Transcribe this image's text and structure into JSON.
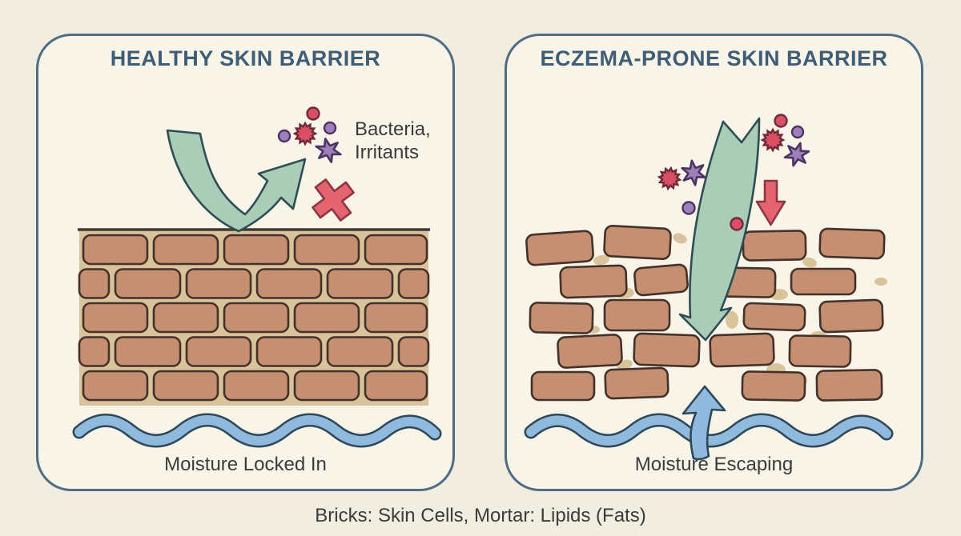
{
  "page": {
    "caption": "Bricks: Skin Cells, Mortar: Lipids (Fats)"
  },
  "left_panel": {
    "title": "HEALTHY SKIN BARRIER",
    "bacteria_line1": "Bacteria,",
    "bacteria_line2": "Irritants",
    "moisture_label": "Moisture Locked In"
  },
  "right_panel": {
    "title": "ECZEMA-PRONE SKIN BARRIER",
    "moisture_label": "Moisture Escaping"
  },
  "icons": {
    "bounce_arrow": "curved-arrow-deflected-up",
    "penetration_arrow": "curved-arrow-down-through-gap",
    "entry_arrow": "straight-down-arrow",
    "blocked_x": "x-cross",
    "bacteria_dot": "small-circle",
    "bacteria_burst": "12-point-burst",
    "irritant_star": "6-point-star",
    "moisture_wave": "wavy-line",
    "moisture_escape_arrow": "curved-up-arrow"
  },
  "colors": {
    "bg": "#f1ede0",
    "panel-bg": "#f8f4e8",
    "panel-border": "#4e6d84",
    "title": "#3e5d77",
    "text": "#3b3b3b",
    "brick": "#c68f72",
    "brick-stroke": "#43312a",
    "mortar": "#d8c39a",
    "wall-line": "#3f3a33",
    "green": "#abccb7",
    "green-stroke": "#2e4e55",
    "red": "#e4646f",
    "red-stroke": "#8e3644",
    "red-deep": "#d94f63",
    "purple": "#9d7fba",
    "purple-stroke": "#4c3363",
    "blue": "#8fbade",
    "blue-stroke": "#2e4858"
  }
}
